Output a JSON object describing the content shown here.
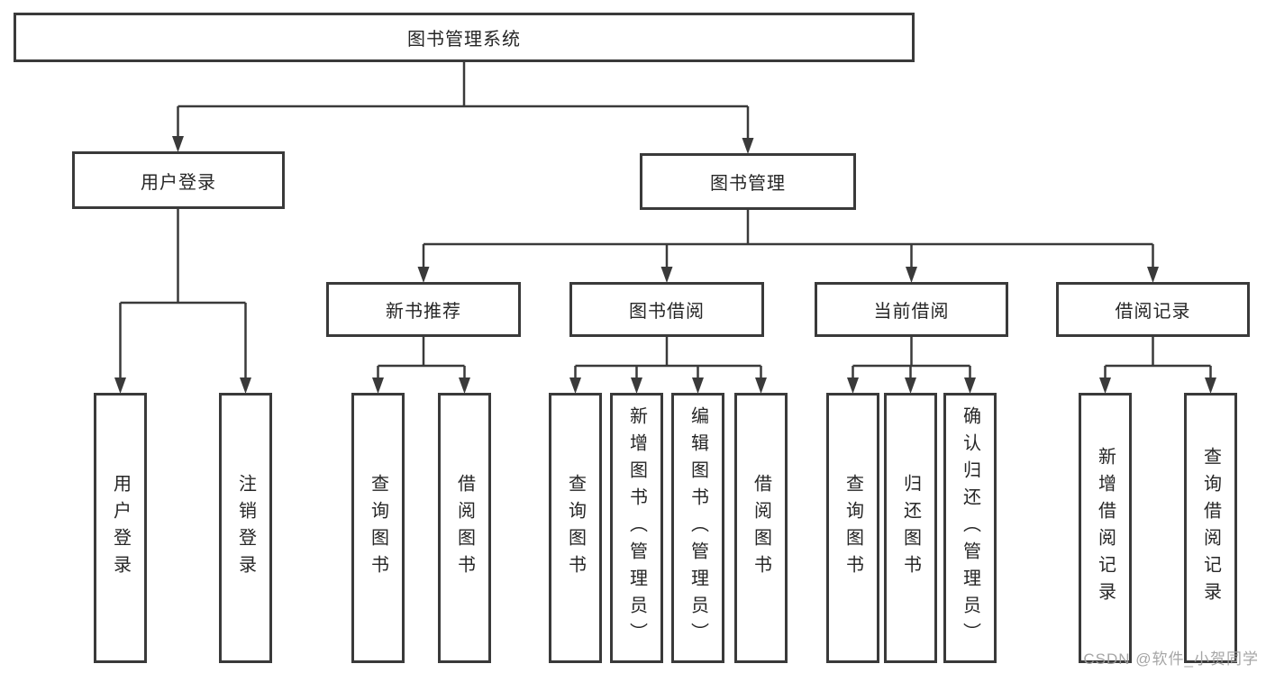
{
  "diagram": {
    "root": "图书管理系统",
    "level2": [
      {
        "label": "用户登录",
        "leaves": [
          "用户登录",
          "注销登录"
        ]
      },
      {
        "label": "图书管理",
        "groups": [
          {
            "label": "新书推荐",
            "leaves": [
              "查询图书",
              "借阅图书"
            ]
          },
          {
            "label": "图书借阅",
            "leaves": [
              "查询图书",
              "新增图书（管理员）",
              "编辑图书（管理员）",
              "借阅图书"
            ]
          },
          {
            "label": "当前借阅",
            "leaves": [
              "查询图书",
              "归还图书",
              "确认归还（管理员）"
            ]
          },
          {
            "label": "借阅记录",
            "leaves": [
              "新增借阅记录",
              "查询借阅记录"
            ]
          }
        ]
      }
    ]
  },
  "watermark": "CSDN @软件_小贺同学",
  "colors": {
    "line": "#3a3a3a",
    "text": "#262626",
    "watermark": "#9e9e9e",
    "background": "#ffffff"
  }
}
